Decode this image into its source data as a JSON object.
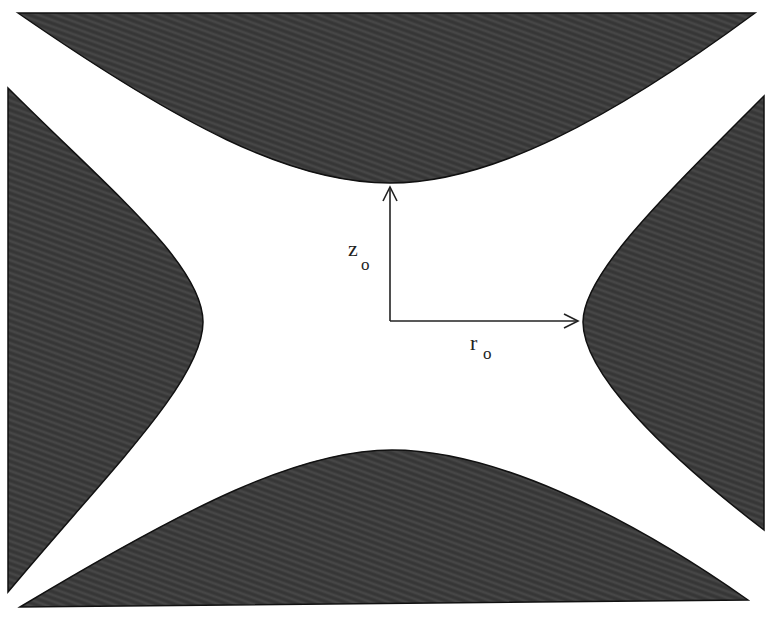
{
  "diagram": {
    "labels": [
      "z",
      "o",
      "r",
      "o"
    ]
  }
}
